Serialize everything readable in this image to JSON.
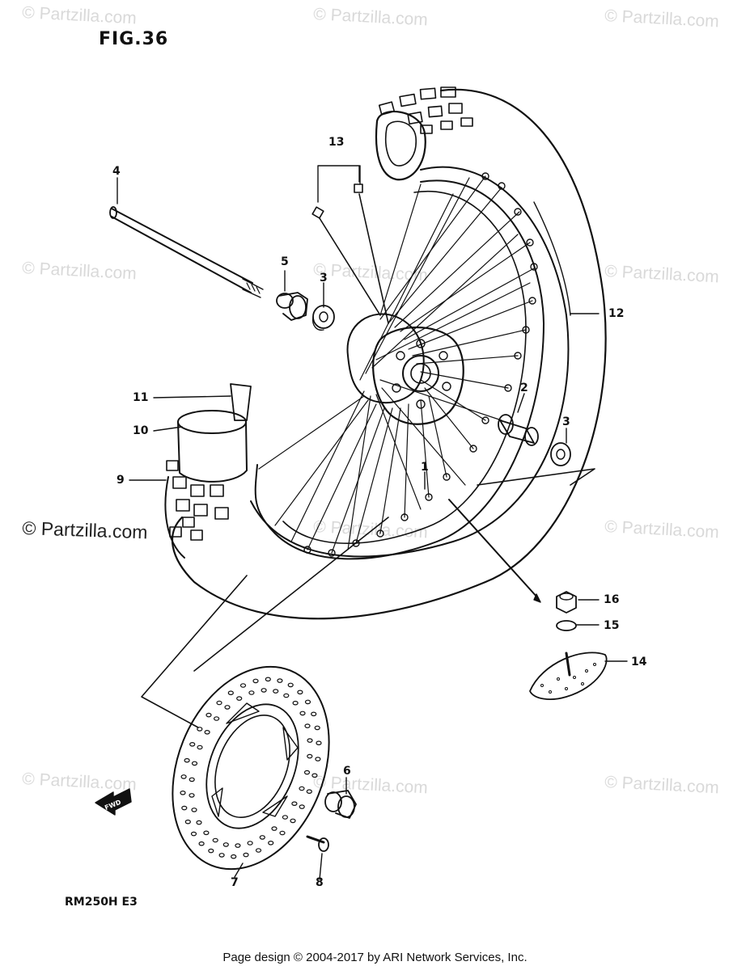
{
  "figure": {
    "title": "FIG.36",
    "model": "RM250H  E3"
  },
  "footer": "Page design © 2004-2017 by ARI Network Services, Inc.",
  "watermark": {
    "text": "© Partzilla.com",
    "main_text": "© Partzilla.com"
  },
  "fwd_label": "FWD",
  "callouts": [
    {
      "id": "1",
      "label": "1"
    },
    {
      "id": "2",
      "label": "2"
    },
    {
      "id": "3a",
      "label": "3"
    },
    {
      "id": "3b",
      "label": "3"
    },
    {
      "id": "4",
      "label": "4"
    },
    {
      "id": "5",
      "label": "5"
    },
    {
      "id": "6",
      "label": "6"
    },
    {
      "id": "7",
      "label": "7"
    },
    {
      "id": "8",
      "label": "8"
    },
    {
      "id": "9",
      "label": "9"
    },
    {
      "id": "10",
      "label": "10"
    },
    {
      "id": "11",
      "label": "11"
    },
    {
      "id": "12",
      "label": "12"
    },
    {
      "id": "13",
      "label": "13"
    },
    {
      "id": "14",
      "label": "14"
    },
    {
      "id": "15",
      "label": "15"
    },
    {
      "id": "16",
      "label": "16"
    }
  ]
}
